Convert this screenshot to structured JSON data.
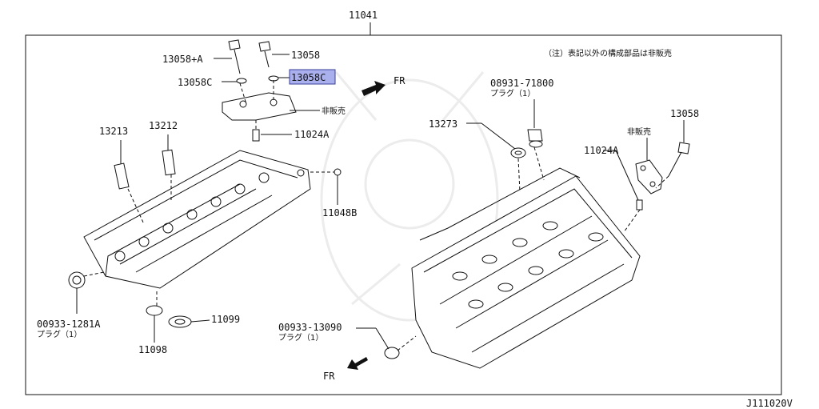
{
  "diagram": {
    "assembly_number": "11041",
    "figure_code": "J111020V",
    "note": "（注）表記以外の構成部品は非販売",
    "highlight_color": "#aab0ee",
    "labels": {
      "p13058_a": "13058+A",
      "p13058_b": "13058",
      "p13058c_left": "13058C",
      "p13058c_highlight": "13058C",
      "not_sold_left": "非販売",
      "p11024a_left": "11024A",
      "p13213": "13213",
      "p13212": "13212",
      "p11048b": "11048B",
      "p00933_1281a": "00933-1281A",
      "plug_left": "プラグ（1）",
      "p11099": "11099",
      "p11098": "11098",
      "p08931_71800": "08931-71800",
      "plug_top_right": "プラグ（1）",
      "p13273": "13273",
      "not_sold_right": "非販売",
      "p13058_right": "13058",
      "p11024a_right": "11024A",
      "p00933_13090": "00933-13090",
      "plug_bottom": "プラグ（1）",
      "fr_top": "FR",
      "fr_bottom": "FR"
    }
  }
}
